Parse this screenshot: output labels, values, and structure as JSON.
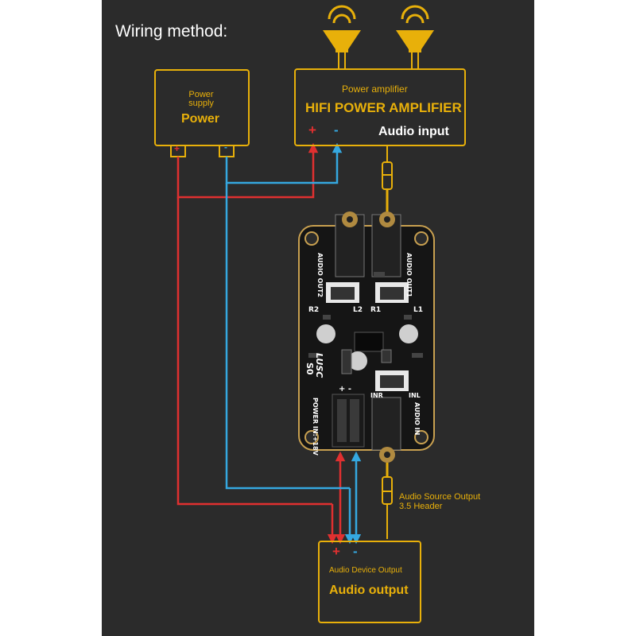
{
  "title": "Wiring method:",
  "power_supply": {
    "small_label": "Power supply",
    "label": "Power",
    "plus": "+",
    "minus": "-"
  },
  "amplifier": {
    "small_label": "Power amplifier",
    "label": "HIFI POWER AMPLIFIER",
    "input_label": "Audio input",
    "plus": "+",
    "minus": "-"
  },
  "board": {
    "audio_out2": "AUDIO OUT2",
    "audio_out1": "AUDIO OUT1",
    "r2": "R2",
    "l2": "L2",
    "r1": "R1",
    "l1": "L1",
    "brand": "LUSC",
    "s0": "S0",
    "inr": "INR",
    "inl": "INL",
    "audio_in": "AUDIO IN",
    "power_in": "POWER IN:+18V",
    "pm": "+ -"
  },
  "source_note": "Audio Source Output 3.5 Header",
  "audio_output": {
    "small_label": "Audio Device Output",
    "label": "Audio output",
    "plus": "+",
    "minus": "-"
  },
  "colors": {
    "accent": "#e8b00a",
    "positive_wire": "#e03030",
    "negative_wire": "#35a8e0",
    "background": "#2b2b2b"
  }
}
